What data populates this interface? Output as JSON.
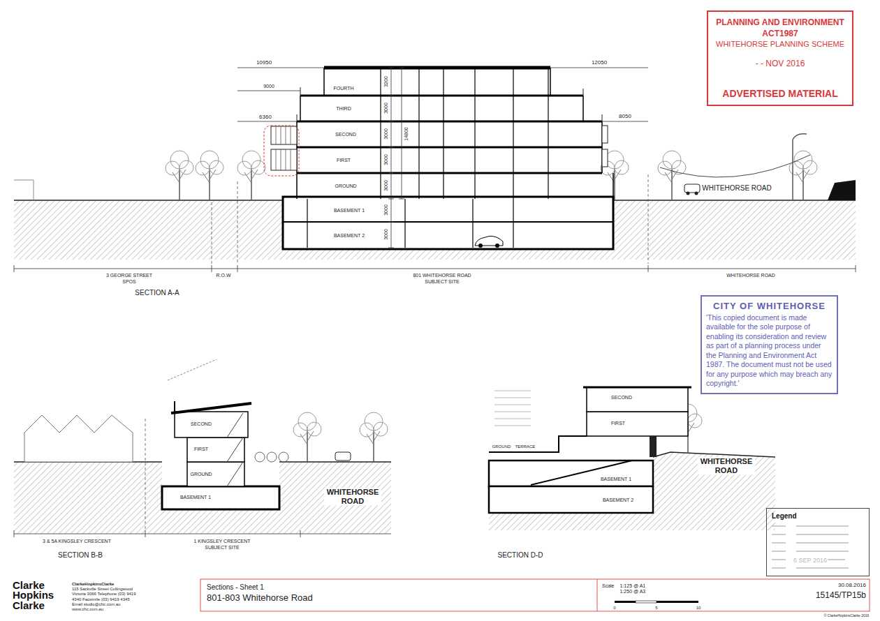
{
  "diagram": {
    "nodes": [
      {
        "text": [
          "PLANNING AND ENVIRONMENT ACT1987",
          "WHITEHORSE PLANNING SCHEME",
          "- - NOV 2016",
          "ADVERTISED MATERIAL"
        ]
      },
      {
        "text": [
          "CITY OF WHITEHORSE",
          "'This copied document is made available for the sole purpose of enabling its consideration and review as part of a planning process under the Planning and Environment Act 1987. The document must not be used for any purpose which may breach any copyright.'"
        ]
      },
      {
        "text": [
          "Legend"
        ]
      },
      {
        "text": [
          "Clarke Hopkins Clarke"
        ]
      },
      {
        "text": [
          "ClarkeHopkinsClarke",
          "115 Sackville Street Collingwood Victoria 3066 Telephone (03) 9419 4340 Facsimile (03) 9419 4345 Email studio@chc.com.au www.chc.com.au"
        ]
      },
      {
        "text": [
          "Sections - Sheet 1",
          "801-803 Whitehorse Road"
        ]
      },
      {
        "text": [
          "Scale",
          "1:125 @ A1 1:250 @ A3"
        ]
      },
      {
        "text": [
          "30.08.2016",
          "15145/TP15b"
        ]
      }
    ],
    "labels": [
      "10950",
      "12050",
      "9000",
      "6360",
      "8050",
      "FOURTH",
      "THIRD",
      "SECOND",
      "FIRST",
      "GROUND",
      "BASEMENT 1",
      "BASEMENT 2",
      "3200",
      "3000",
      "3000",
      "3000",
      "3000",
      "14800",
      "3000",
      "3000",
      "WHITEHORSE ROAD",
      "3 GEORGE STREET",
      "SPOS",
      "R.O.W",
      "801 WHITEHORSE ROAD",
      "SUBJECT SITE",
      "WHITEHORSE ROAD",
      "SECTION A-A",
      "SECOND",
      "FIRST",
      "GROUND",
      "BASEMENT 1",
      "WHITEHORSE ROAD",
      "3 & 5A KINGSLEY CRESCENT",
      "1 KINGSLEY CRESCENT",
      "SUBJECT SITE",
      "SECTION B-B",
      "SECOND",
      "FIRST",
      "GROUND",
      "TERRACE",
      "BASEMENT 1",
      "BASEMENT 2",
      "WHITEHORSE ROAD",
      "SECTION D-D",
      "6 SEP 2016",
      "0",
      "5",
      "10",
      "© ClarkeHopkinsClarke 2016"
    ]
  }
}
